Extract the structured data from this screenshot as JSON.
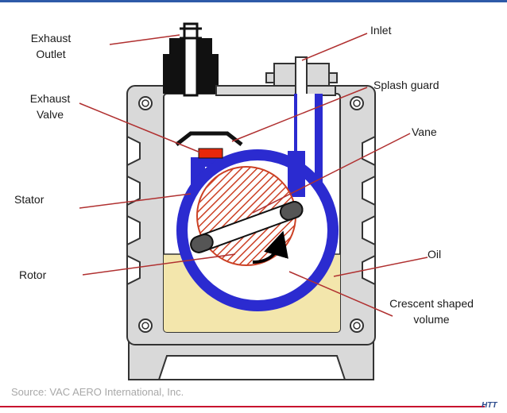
{
  "labels": {
    "exhaust_outlet": [
      "Exhaust",
      "Outlet"
    ],
    "exhaust_valve": [
      "Exhaust",
      "Valve"
    ],
    "stator": "Stator",
    "rotor": "Rotor",
    "inlet": "Inlet",
    "splash_guard": "Splash guard",
    "vane": "Vane",
    "oil": "Oil",
    "crescent": [
      "Crescent shaped",
      "volume"
    ]
  },
  "source": "Source: VAC AERO International, Inc.",
  "brand": "HTT",
  "colors": {
    "top_rule": "#2e5aa8",
    "bottom_rule": "#c8102e",
    "stator_blue": "#2b2bd0",
    "oil": "#f3e6ac",
    "rotor_hatch": "#cc4125",
    "leader_line": "#b03030",
    "exhaust_valve": "#e8280a",
    "housing": "#d9d9d9"
  }
}
